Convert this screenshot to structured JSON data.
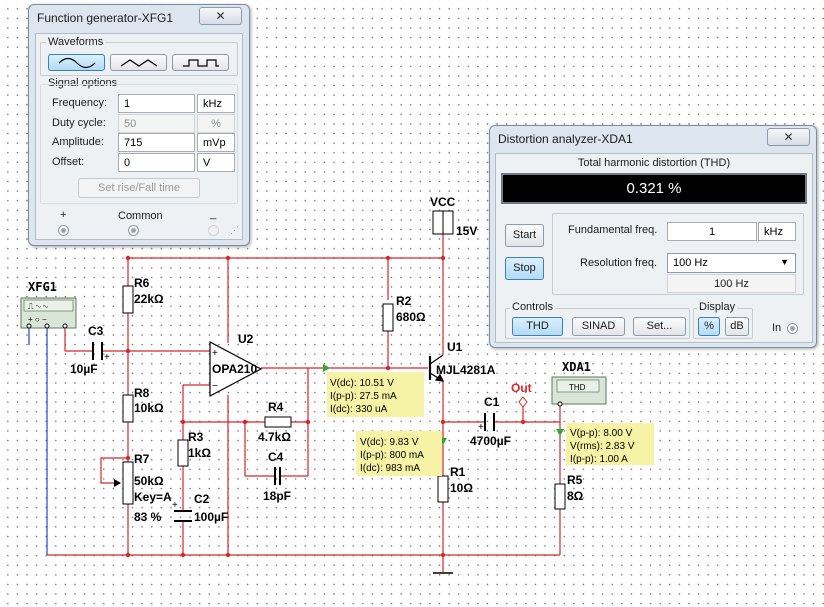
{
  "schematic": {
    "instruments": {
      "xfg1_label": "XFG1",
      "xda1_label": "XDA1",
      "xda1_face": "THD",
      "vcc_label": "VCC",
      "vcc_value": "15V",
      "out_label": "Out"
    },
    "components": {
      "r6_ref": "R6",
      "r6_val": "22kΩ",
      "r8_ref": "R8",
      "r8_val": "10kΩ",
      "r7_ref": "R7",
      "r7_val": "50kΩ",
      "r7_key": "Key=A",
      "r7_pct": "83 %",
      "r3_ref": "R3",
      "r3_val": "1kΩ",
      "c2_ref": "C2",
      "c2_val": "100µF",
      "c3_ref": "C3",
      "c3_val": "10µF",
      "u2_ref": "U2",
      "u2_val": "OPA210",
      "r4_ref": "R4",
      "r4_val": "4.7kΩ",
      "c4_ref": "C4",
      "c4_val": "18pF",
      "r2_ref": "R2",
      "r2_val": "680Ω",
      "u1_ref": "U1",
      "u1_val": "MJL4281A",
      "c1_ref": "C1",
      "c1_val": "4700µF",
      "r1_ref": "R1",
      "r1_val": "10Ω",
      "r5_ref": "R5",
      "r5_val": "8Ω"
    },
    "probes": {
      "base": [
        "V(dc): 10.51 V",
        "I(p-p): 27.5 mA",
        "I(dc): 330 uA"
      ],
      "emitter": [
        "V(dc): 9.83 V",
        "I(p-p): 800 mA",
        "I(dc): 983 mA"
      ],
      "output": [
        "V(p-p): 8.00 V",
        "V(rms): 2.83 V",
        "I(p-p): 1.00 A"
      ]
    }
  },
  "function_generator": {
    "title": "Function generator-XFG1",
    "close_icon": "✕",
    "waveforms_label": "Waveforms",
    "waveform_buttons": [
      "sine-wave-icon",
      "triangle-wave-icon",
      "square-wave-icon"
    ],
    "signal_options_label": "Signal options",
    "frequency": {
      "label": "Frequency:",
      "value": "1",
      "unit": "kHz"
    },
    "duty_cycle": {
      "label": "Duty cycle:",
      "value": "50",
      "unit": "%"
    },
    "amplitude": {
      "label": "Amplitude:",
      "value": "715",
      "unit": "mVp"
    },
    "offset": {
      "label": "Offset:",
      "value": "0",
      "unit": "V"
    },
    "rise_fall_button": "Set rise/Fall time",
    "plus_label": "+",
    "common_label": "Common",
    "minus_label": "_"
  },
  "distortion_analyzer": {
    "title": "Distortion analyzer-XDA1",
    "close_icon": "✕",
    "thd_heading": "Total harmonic distortion (THD)",
    "thd_value": "0.321 %",
    "start_button": "Start",
    "stop_button": "Stop",
    "fundamental": {
      "label": "Fundamental freq.",
      "value": "1",
      "unit": "kHz"
    },
    "resolution": {
      "label": "Resolution freq.",
      "selected": "100 Hz",
      "readout": "100 Hz"
    },
    "controls_label": "Controls",
    "thd_button": "THD",
    "sinad_button": "SINAD",
    "set_button": "Set...",
    "display_label": "Display",
    "percent_button": "%",
    "db_button": "dB",
    "in_label": "In"
  }
}
